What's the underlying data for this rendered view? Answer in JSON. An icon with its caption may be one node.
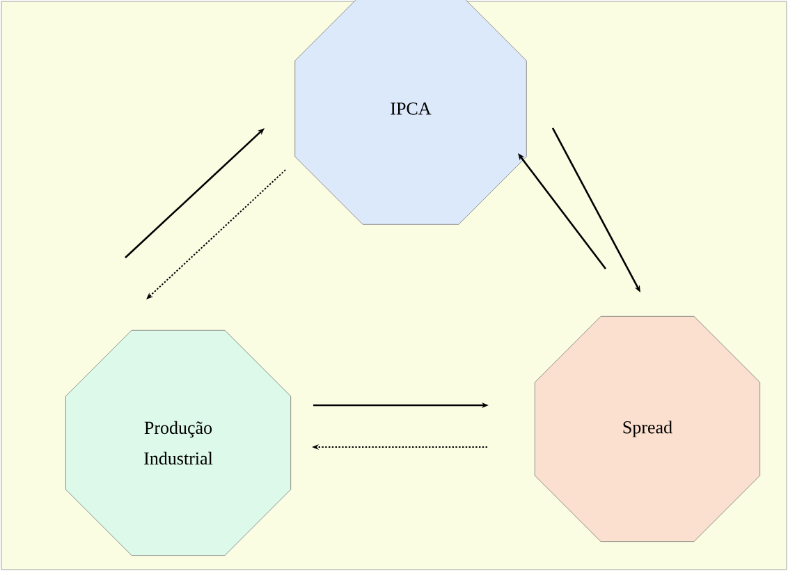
{
  "diagram": {
    "nodes": [
      {
        "text": [
          "IPCA"
        ]
      },
      {
        "text": [
          "Produção Industrial"
        ]
      },
      {
        "text": [
          "Spread"
        ]
      }
    ],
    "edges": [
      {
        "from": 1,
        "to": 0,
        "arrow": "to"
      },
      {
        "from": 0,
        "to": 1,
        "arrow": "to",
        "style": "dashed"
      },
      {
        "from": 0,
        "to": 2,
        "arrow": "to"
      },
      {
        "from": 2,
        "to": 0,
        "arrow": "to"
      },
      {
        "from": 1,
        "to": 2,
        "arrow": "to"
      },
      {
        "from": 2,
        "to": 1,
        "arrow": "to",
        "style": "dashed"
      }
    ]
  }
}
